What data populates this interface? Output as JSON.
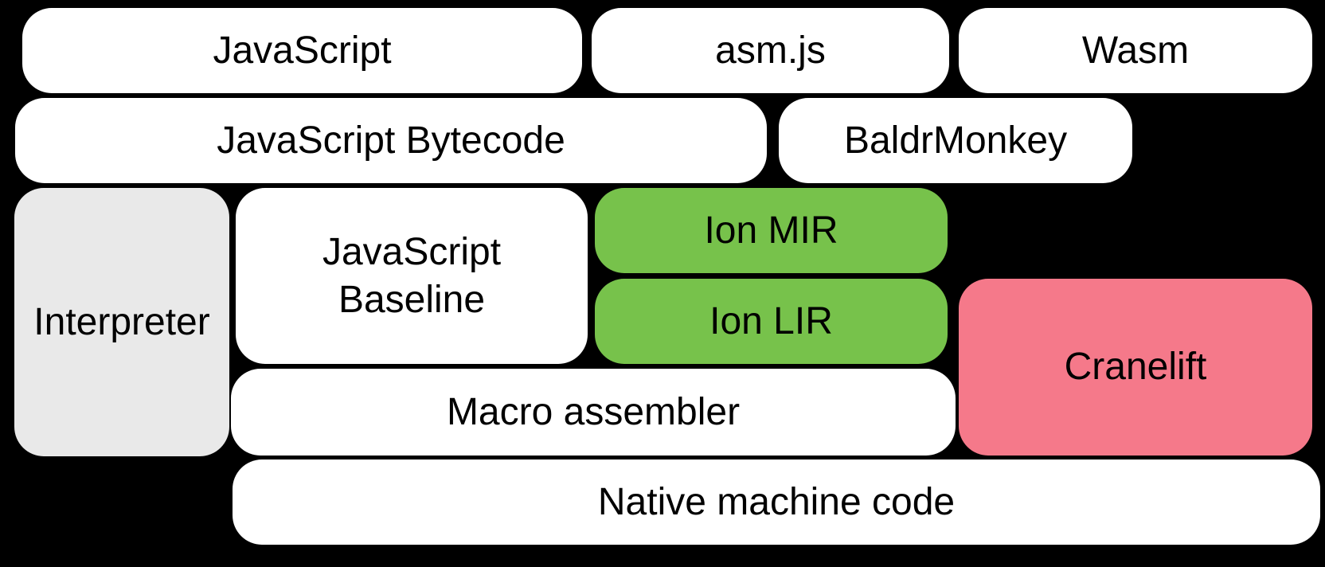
{
  "canvas": {
    "background": "#000000",
    "text_color": "#000000"
  },
  "colors": {
    "white_block": "#ffffff",
    "gray_block": "#e9e9e9",
    "green_block": "#77c24b",
    "pink_block": "#f5798a"
  },
  "blocks": {
    "javascript": {
      "label": "JavaScript",
      "fill": "#ffffff"
    },
    "asmjs": {
      "label": "asm.js",
      "fill": "#ffffff"
    },
    "wasm": {
      "label": "Wasm",
      "fill": "#ffffff"
    },
    "bytecode": {
      "label": "JavaScript Bytecode",
      "fill": "#ffffff"
    },
    "baldrmonkey": {
      "label": "BaldrMonkey",
      "fill": "#ffffff"
    },
    "interpreter": {
      "label": "Interpreter",
      "fill": "#e9e9e9"
    },
    "baseline": {
      "label": "JavaScript Baseline",
      "fill": "#ffffff"
    },
    "ion_mir": {
      "label": "Ion MIR",
      "fill": "#77c24b"
    },
    "ion_lir": {
      "label": "Ion LIR",
      "fill": "#77c24b"
    },
    "cranelift": {
      "label": "Cranelift",
      "fill": "#f5798a"
    },
    "macro_assembler": {
      "label": "Macro assembler",
      "fill": "#ffffff"
    },
    "native_code": {
      "label": "Native machine code",
      "fill": "#ffffff"
    }
  }
}
